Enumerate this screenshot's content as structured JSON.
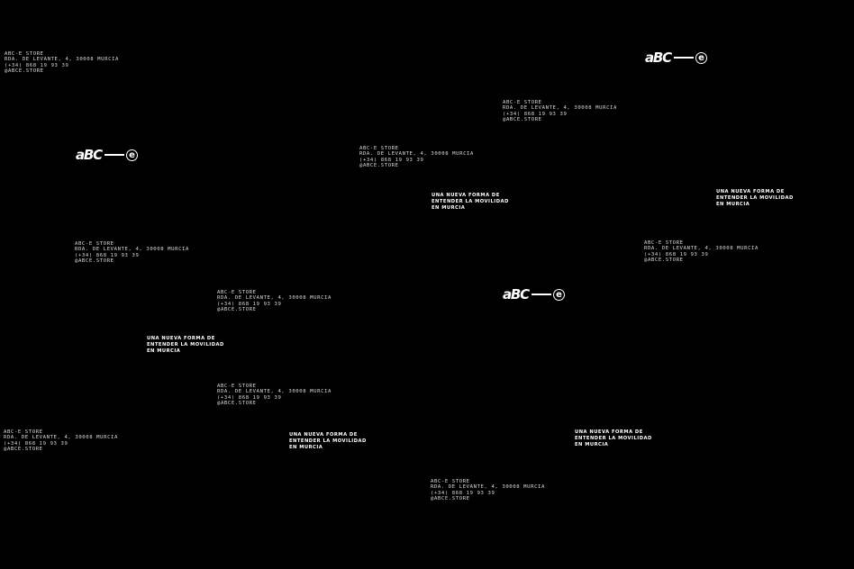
{
  "store": {
    "name": "ABC-E STORE",
    "address": "RDA. DE LEVANTE, 4, 30008 MURCIA",
    "phone": "(+34) 868 19 93 39",
    "handle": "@ABCE.STORE"
  },
  "tagline": "UNA NUEVA FORMA DE ENTENDER LA MOVILIDAD EN MURCIA",
  "logo": {
    "word": "aBC",
    "letter": "e"
  }
}
